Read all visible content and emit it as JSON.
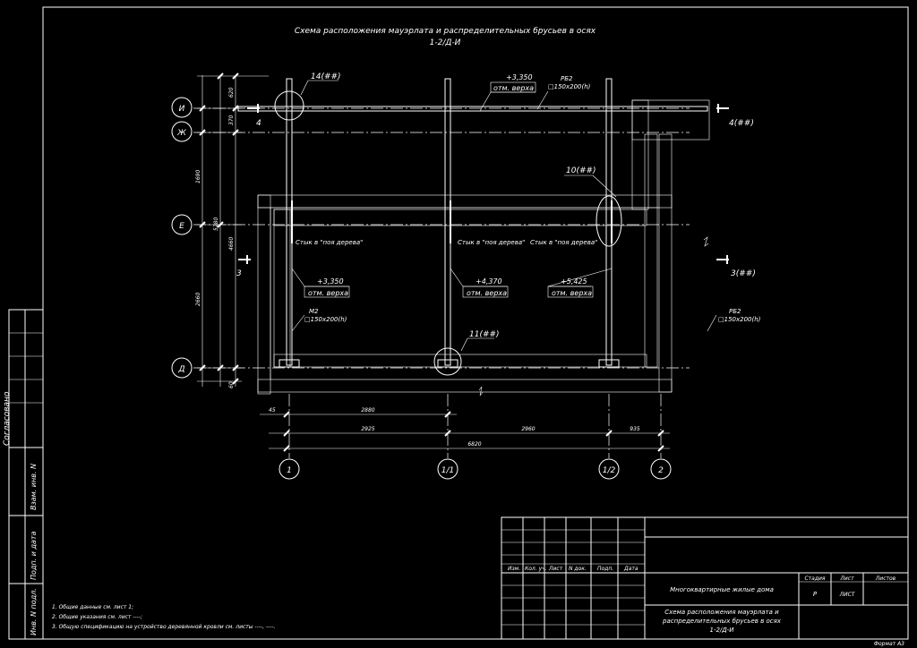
{
  "drawing": {
    "title_line1": "Схема расположения мауэрлата и распределительных брусьев в осях",
    "title_line2": "1-2/Д-И",
    "axes_horizontal": [
      "И",
      "Ж",
      "Е",
      "Д"
    ],
    "axes_vertical": [
      "1",
      "1/1",
      "1/2",
      "2"
    ],
    "callouts": {
      "c14": "14(##)",
      "c10": "10(##)",
      "c11": "11(##)"
    },
    "sections": {
      "s4_left": "4",
      "s4_right": "4(##)",
      "s3_left": "3",
      "s3_right": "3(##)"
    },
    "marks": {
      "m_top": "+3,350",
      "m_top_sub": "отм. верха",
      "m_left": "+3,350",
      "m_left_sub": "отм. верха",
      "m_mid": "+4,370",
      "m_mid_sub": "отм. верха",
      "m_right": "+5,425",
      "m_right_sub": "отм. верха"
    },
    "labels": {
      "rb2_top": "РБ2",
      "rb2_top_size": "□150х200(h)",
      "m2": "М2",
      "m2_size": "□150х200(h)",
      "rb2_right": "РБ2",
      "rb2_right_size": "□150х200(h)",
      "joint1": "Стык в \"поя дерева\"",
      "joint2": "Стык в \"поя дерева\"",
      "joint3": "Стык в \"поя дерева\""
    },
    "dims_vertical": {
      "d620": "620",
      "d370": "370",
      "d1690": "1690",
      "d5280": "5280",
      "d4660": "4660",
      "d2660": "2660",
      "d60": "60"
    },
    "dims_horizontal": {
      "d45": "45",
      "d2880": "2880",
      "d2925": "2925",
      "d2960": "2960",
      "d935": "935",
      "d6820": "6820"
    }
  },
  "notes": [
    "1.  Общие данные см. лист 1;",
    "2.  Общие указания см. лист ----;",
    "3.  Общую спецификацию на устройство деревянной кровли см. листы ----, ----."
  ],
  "side_stamp": {
    "agreed": "Согласовано",
    "inv_replace": "Взам. инв. N",
    "sign_date": "Подп. и дата",
    "inv_orig": "Инв. N подл."
  },
  "title_block": {
    "col_headers": [
      "Изм.",
      "Кол. уч.",
      "Лист",
      "N док.",
      "Подп.",
      "Дата"
    ],
    "project": "Многоквартирные жилые дома",
    "sheet_title_1": "Схема расположения мауэрлата и",
    "sheet_title_2": "распределительных брусьев в осях",
    "sheet_title_3": "1-2/Д-И",
    "stage_label": "Стадия",
    "sheet_label": "Лист",
    "sheets_label": "Листов",
    "stage_value": "Р",
    "sheet_value": "ЛИСТ"
  },
  "format": "Формат А3"
}
